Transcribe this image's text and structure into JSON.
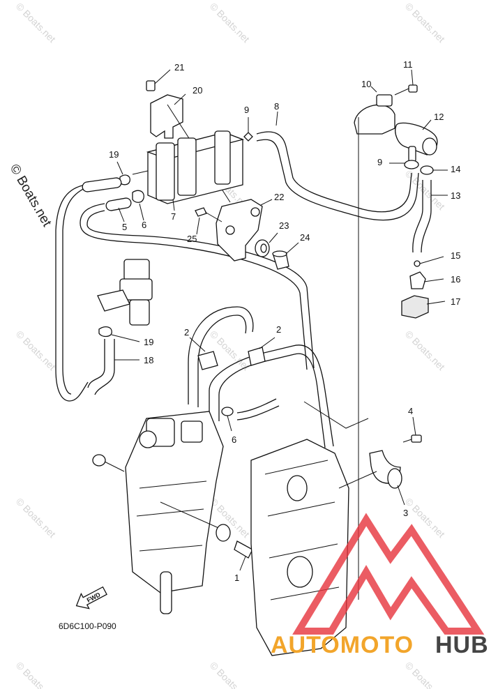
{
  "watermark": {
    "text": "© Boats.net",
    "side_text": "© Boats.net"
  },
  "diagram": {
    "code": "6D6C100-P090",
    "fwd_label": "FWD",
    "callouts": [
      "21",
      "20",
      "9",
      "8",
      "19",
      "7",
      "5",
      "6",
      "22",
      "23",
      "24",
      "25",
      "10",
      "11",
      "12",
      "9",
      "14",
      "13",
      "15",
      "16",
      "17",
      "19",
      "18",
      "2",
      "2",
      "6",
      "4",
      "3",
      "1"
    ]
  },
  "brand": {
    "part1": "AUTOMOTO",
    "part2": "HUB",
    "colors": {
      "accent": "#f2a52b",
      "dark": "#444444",
      "logo_red": "#e6333c"
    }
  }
}
